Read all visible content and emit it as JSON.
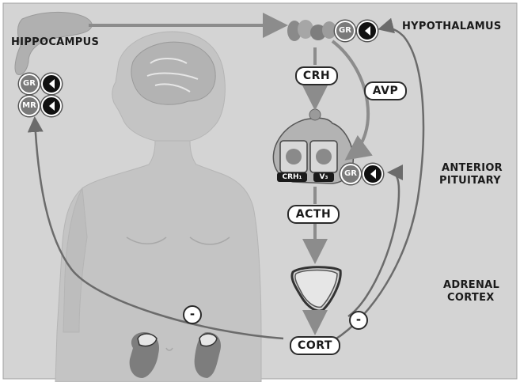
{
  "regions": {
    "hippocampus": "HIPPOCAMPUS",
    "hypothalamus": "HYPOTHALAMUS",
    "anterior_pituitary_line1": "ANTERIOR",
    "anterior_pituitary_line2": "PITUITARY",
    "adrenal_cortex_line1": "ADRENAL",
    "adrenal_cortex_line2": "CORTEX"
  },
  "hormones": {
    "crh": "CRH",
    "avp": "AVP",
    "acth": "ACTH",
    "cort": "CORT"
  },
  "receptors": {
    "gr": "GR",
    "mr": "MR",
    "crh1": "CRH₁",
    "v3": "V₃"
  },
  "feedback": {
    "negative": "-"
  },
  "colors": {
    "background": "#d4d4d4",
    "body": "#c4c4c4",
    "arrow": "#8c8c8c",
    "feedback_line": "#6b6b6b",
    "receptor": "#7a7a7a",
    "ligand": "#111111"
  }
}
